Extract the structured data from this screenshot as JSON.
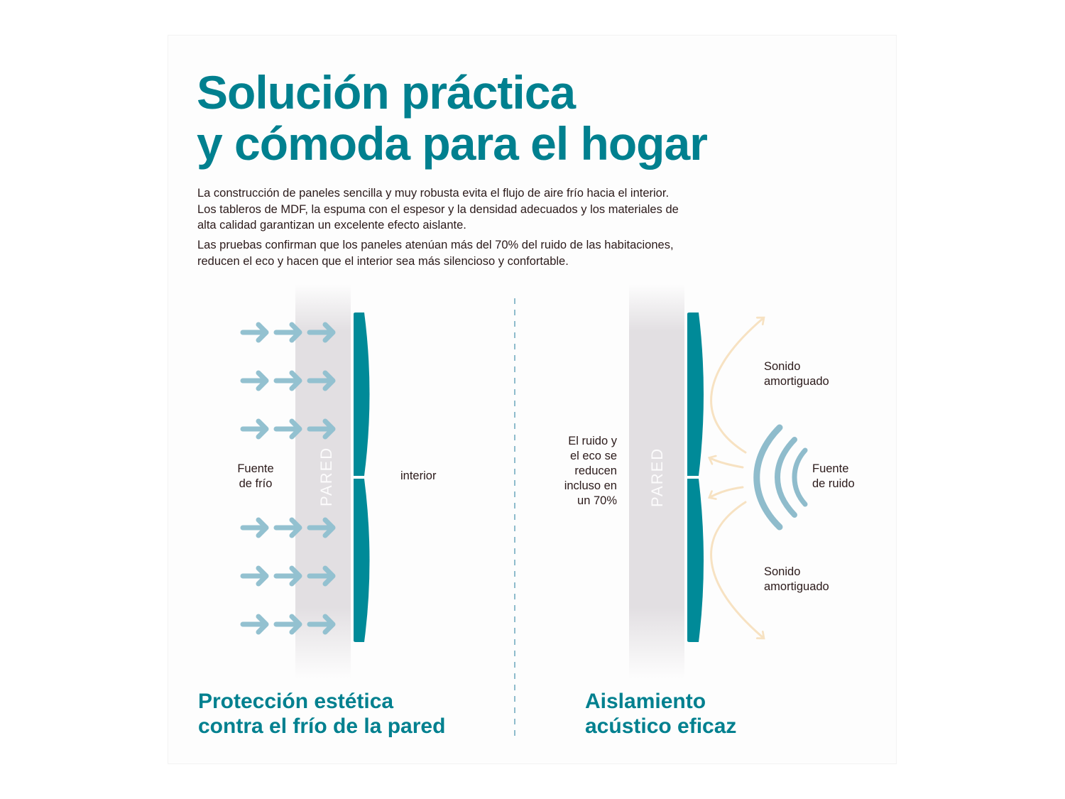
{
  "title": {
    "line1": "Solución práctica",
    "line2": "y cómoda para el hogar"
  },
  "paragraphs": [
    {
      "lines": [
        "La construcción de paneles sencilla y muy robusta evita el flujo de aire frío hacia el interior.",
        "Los tableros de MDF, la espuma con el espesor y la densidad adecuados y los materiales de",
        "alta calidad garantizan un excelente efecto aislante."
      ]
    },
    {
      "lines": [
        "Las pruebas confirman que los paneles atenúan más del 70% del ruido de las habitaciones,",
        "reducen el eco y hacen que el interior sea más silencioso y confortable."
      ]
    }
  ],
  "left_diagram": {
    "source_label": [
      "Fuente",
      "de frío"
    ],
    "wall_label": "PARED",
    "interior_label": "interior",
    "arrow_rows": 6,
    "arrows_per_row": 3,
    "icon": "cold-air-arrow-icon",
    "heading": [
      "Protección estética",
      "contra el frío de la pared"
    ]
  },
  "right_diagram": {
    "reduction_label": [
      "El ruido y",
      "el eco se",
      "reducen",
      "incluso en",
      "un 70%"
    ],
    "wall_label": "PARED",
    "dampened_top": [
      "Sonido",
      "amortiguado"
    ],
    "dampened_bottom": [
      "Sonido",
      "amortiguado"
    ],
    "source_label": [
      "Fuente",
      "de ruido"
    ],
    "icon": "sound-wave-icon",
    "heading": [
      "Aislamiento",
      "acústico eficaz"
    ]
  },
  "colors": {
    "accent": "#00808f",
    "panel": "#008a98",
    "cold_arrow": "#93c1d0",
    "sound_wave": "#8fbccc",
    "sound_path": "#f7e2c2",
    "wall": "#e2dfe2",
    "text": "#2b1a1a"
  }
}
